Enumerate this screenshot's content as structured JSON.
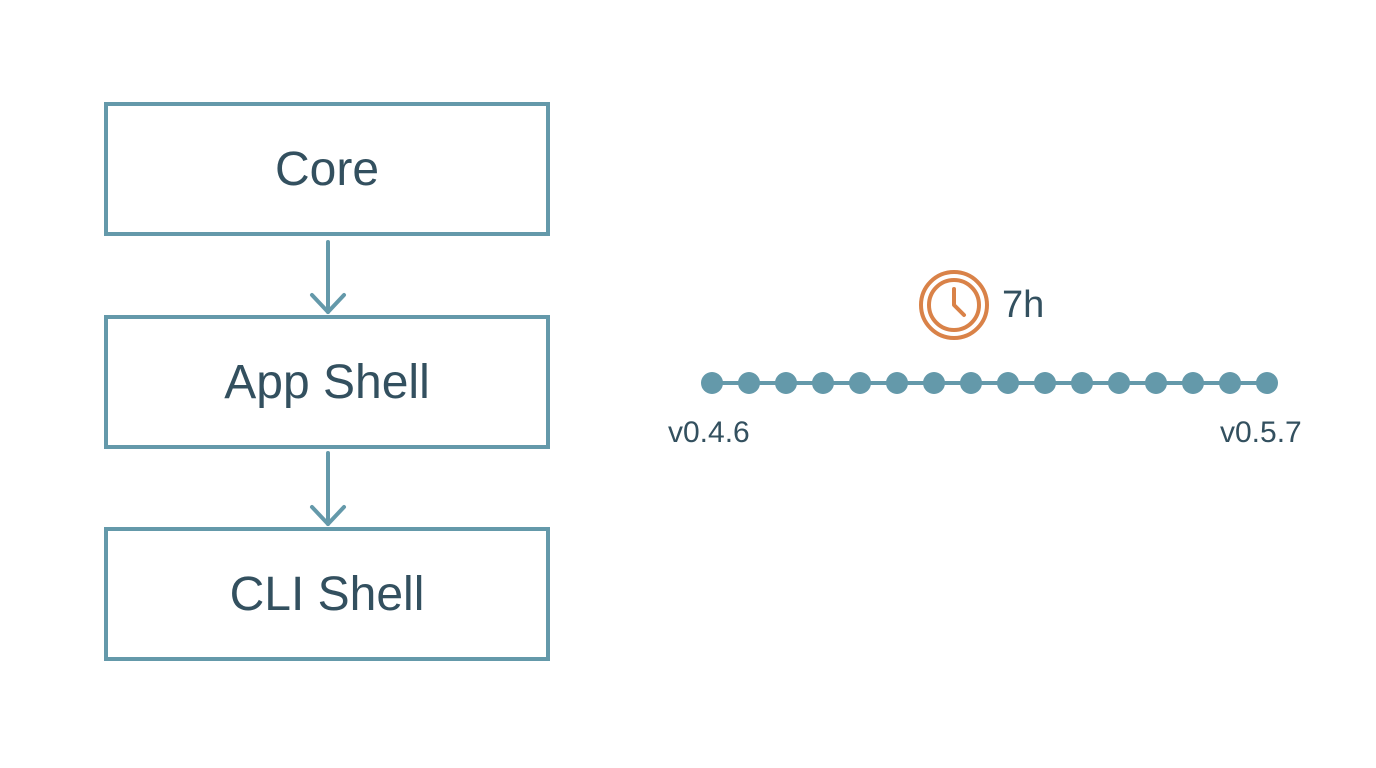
{
  "diagram": {
    "boxes": [
      {
        "label": "Core"
      },
      {
        "label": "App Shell"
      },
      {
        "label": "CLI Shell"
      }
    ]
  },
  "timeline": {
    "duration_label": "7h",
    "start_version": "v0.4.6",
    "end_version": "v0.5.7",
    "commit_count": 16
  },
  "colors": {
    "line": "#6499aa",
    "text": "#33505f",
    "clock": "#d98248"
  },
  "icons": {
    "duration": "clock-icon"
  }
}
